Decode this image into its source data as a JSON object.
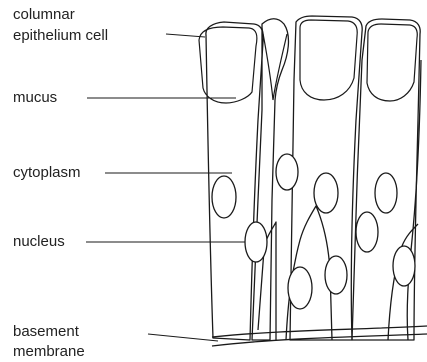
{
  "labels": {
    "columnar_line1": "columnar",
    "columnar_line2": "epithelium cell",
    "mucus": "mucus",
    "cytoplasm": "cytoplasm",
    "nucleus": "nucleus",
    "basement_line1": "basement",
    "basement_line2": "membrane"
  }
}
